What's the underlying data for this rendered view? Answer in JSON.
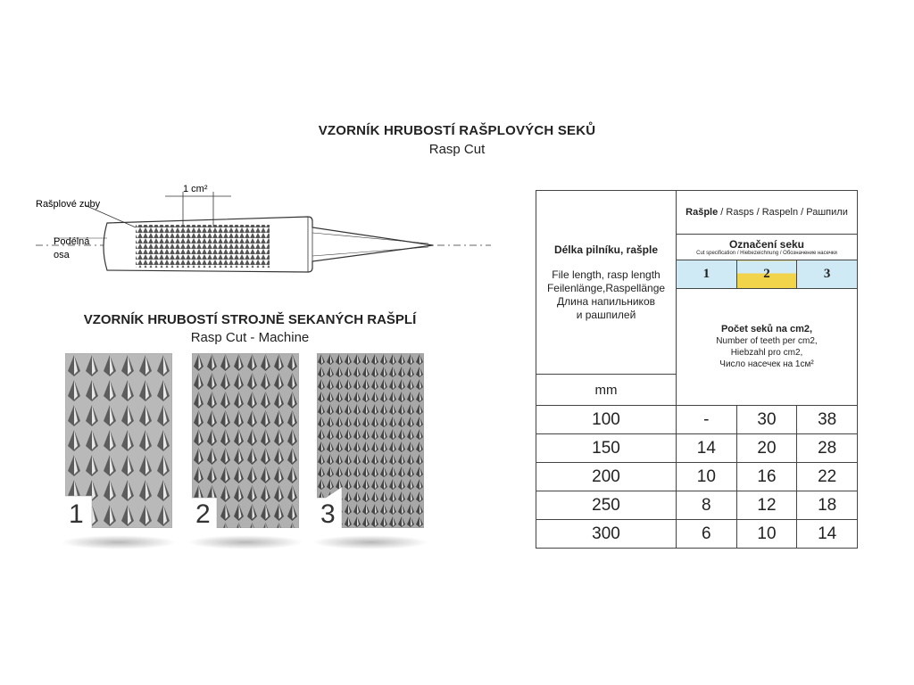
{
  "header": {
    "title_cz": "VZORNÍK HRUBOSTÍ RAŠPLOVÝCH SEKŮ",
    "subtitle": "Rasp Cut"
  },
  "diagram": {
    "scale_label": "1 cm²",
    "teeth_label": "Rašplové zuby",
    "axis_label_line1": "Podélná",
    "axis_label_line2": "osa"
  },
  "machine": {
    "title_cz": "VZORNÍK HRUBOSTÍ STROJNĚ SEKANÝCH RAŠPLÍ",
    "subtitle": "Rasp Cut - Machine",
    "samples": [
      {
        "number": "1"
      },
      {
        "number": "2"
      },
      {
        "number": "3"
      }
    ]
  },
  "table": {
    "length_header_cz": "Délka pilníku, rašple",
    "length_header_multi": [
      "File length, rasp length",
      "Feilenlänge,Raspellänge",
      "Длина напильников",
      "и рашпилей"
    ],
    "rasp_header_bold": "Rašple",
    "rasp_header_rest": " / Rasps / Raspeln / Рашпили",
    "cut_header": "Označení seku",
    "cut_header_small": "Cut specification / Hiebezeichnung / Обозначение насечки",
    "cut_numbers": [
      "1",
      "2",
      "3"
    ],
    "teeth_header_bold": "Počet seků na cm2,",
    "teeth_header_lines": [
      "Number of teeth per cm2,",
      "Hiebzahl pro cm2,",
      "Число насечек на 1см²"
    ],
    "unit": "mm",
    "rows": [
      {
        "length": "100",
        "cut1": "-",
        "cut2": "30",
        "cut3": "38"
      },
      {
        "length": "150",
        "cut1": "14",
        "cut2": "20",
        "cut3": "28"
      },
      {
        "length": "200",
        "cut1": "10",
        "cut2": "16",
        "cut3": "22"
      },
      {
        "length": "250",
        "cut1": "8",
        "cut2": "12",
        "cut3": "18"
      },
      {
        "length": "300",
        "cut1": "6",
        "cut2": "10",
        "cut3": "14"
      }
    ],
    "colors": {
      "cut_blue": "#cfe9f5",
      "cut_yellow": "#f1d44a"
    }
  }
}
